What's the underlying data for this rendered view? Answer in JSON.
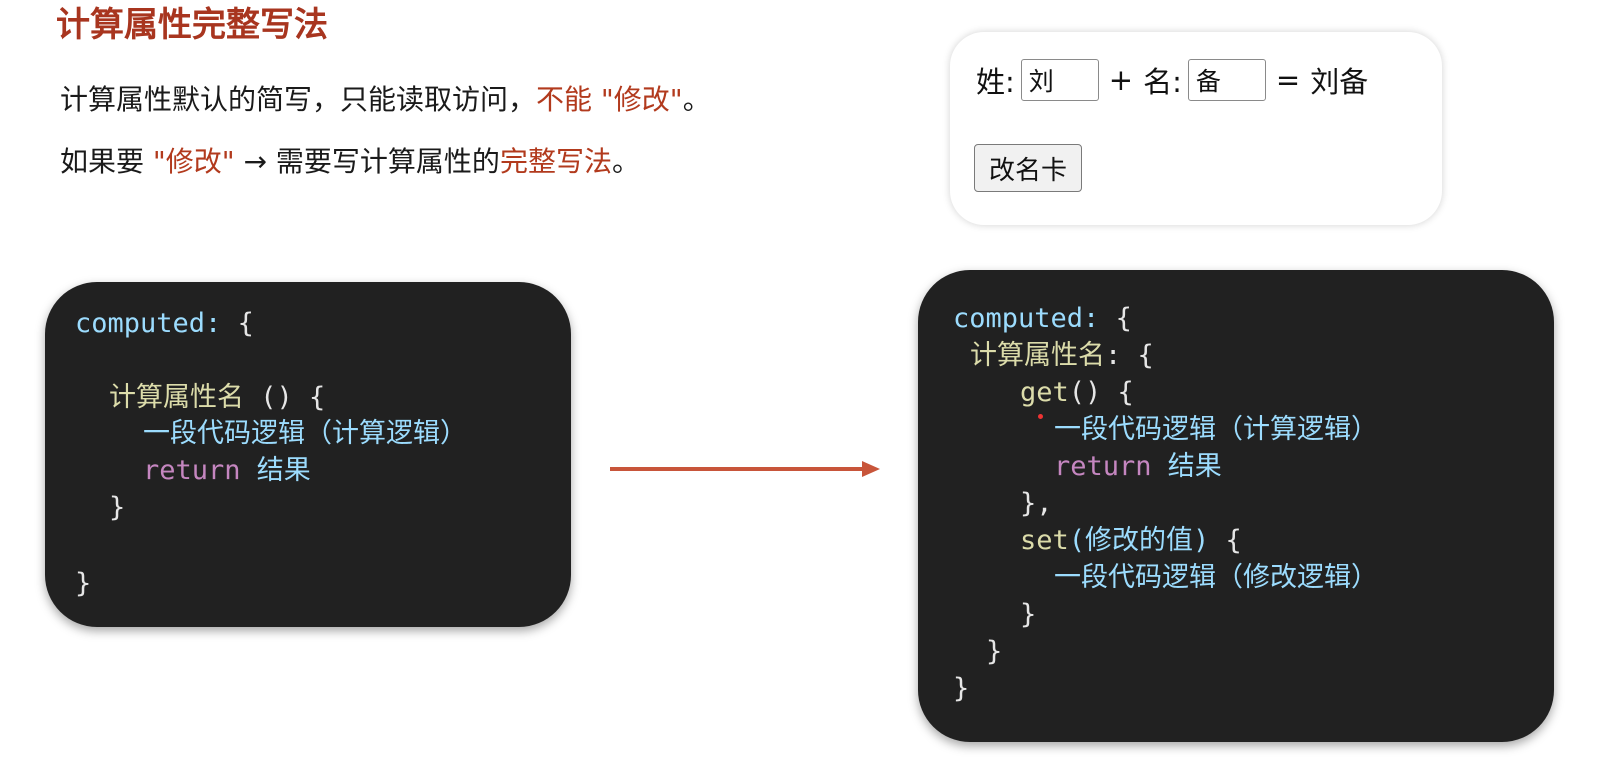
{
  "slide": {
    "title": "计算属性完整写法",
    "line1": {
      "part1": "计算属性默认的简写，只能读取访问，",
      "highlight": "不能 \"修改\"",
      "part2": "。"
    },
    "line2": {
      "part1": "如果要 ",
      "highlight1": "\"修改\"",
      "part2": " → 需要写计算属性的",
      "highlight2": "完整写法",
      "part3": "。"
    }
  },
  "demo": {
    "surname_label": "姓:",
    "surname_value": "刘",
    "plus": "+",
    "given_label": "名:",
    "given_value": "备",
    "equals": "=",
    "full_name": "刘备",
    "button_label": "改名卡"
  },
  "code_left": {
    "l1_key": "computed:",
    "l1_brace": " {",
    "l2_name": "计算属性名",
    "l2_rest": " () {",
    "l3_logic": "一段代码逻辑（计算逻辑）",
    "l4_return": "return",
    "l4_result": " 结果",
    "l5_close": "}",
    "l6_close": "}"
  },
  "code_right": {
    "l1_key": "computed:",
    "l1_brace": " {",
    "l2_name": "计算属性名",
    "l2_rest": ": {",
    "l3_get": "get",
    "l3_rest": "() {",
    "l4_logic": "一段代码逻辑（计算逻辑）",
    "l5_return": "return",
    "l5_result": " 结果",
    "l6_close": "},",
    "l7_set": "set",
    "l7_param": "(修改的值)",
    "l7_rest": " {",
    "l8_logic": "一段代码逻辑（修改逻辑）",
    "l9_close": "}",
    "l10_close": "}",
    "l11_close": "}"
  },
  "colors": {
    "title_red": "#a8351f",
    "highlight_red": "#b23a1d",
    "code_bg": "#212121",
    "arrow": "#c8553a"
  },
  "icons": {
    "arrow": "right-arrow-icon"
  }
}
